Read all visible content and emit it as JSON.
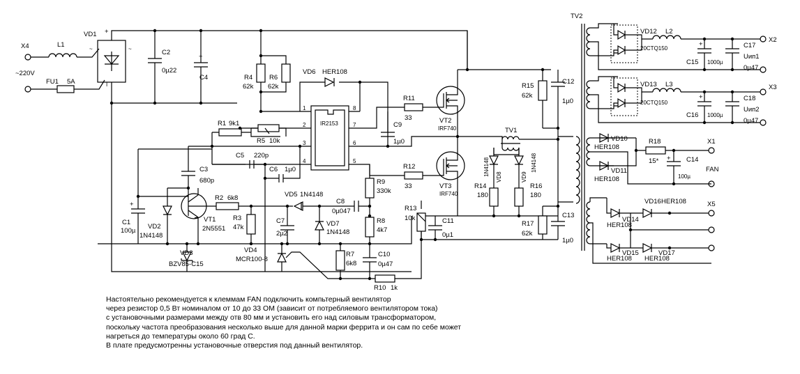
{
  "components": {
    "X4": "X4",
    "L1": "L1",
    "VD1": "VD1",
    "plus": "+",
    "mains": "~220V",
    "FU1": "FU1",
    "FU1_val": "5A",
    "C2": "C2",
    "C2_val": "0µ22",
    "C4": "C4",
    "R4": "R4",
    "R4_val": "62k",
    "R6": "R6",
    "R6_val": "62k",
    "VD6": "VD6",
    "VD6_val": "HER108",
    "R1": "R1",
    "R1_val": "9k1",
    "R5": "R5",
    "R5_val": "10k",
    "C5": "C5",
    "C5_val": "220p",
    "C6": "C6",
    "C6_val": "1µ0",
    "C3": "C3",
    "C3_val": "680p",
    "VD5": "VD5",
    "VD5_val": "1N4148",
    "R2": "R2",
    "R2_val": "6k8",
    "R3": "R3",
    "R3_val": "47k",
    "VT1": "VT1",
    "VT1_val": "2N5551",
    "C1": "C1",
    "C1_val": "100µ",
    "VD2": "VD2",
    "VD2_val": "1N4148",
    "VD3": "VD3",
    "VD3_val": "BZV85-C15",
    "VD4": "VD4",
    "VD4_val": "MCR100-8",
    "C7": "C7",
    "C7_val": "2µ2",
    "IC": "IR2153",
    "pin1": "1",
    "pin2": "2",
    "pin3": "3",
    "pin4": "4",
    "pin5": "5",
    "pin6": "6",
    "pin7": "7",
    "pin8": "8",
    "R11": "R11",
    "R11_val": "33",
    "R12": "R12",
    "R12_val": "33",
    "C9": "C9",
    "C9_val": "1µ0",
    "VT2": "VT2",
    "VT2_val": "IRF740",
    "VT3": "VT3",
    "VT3_val": "IRF740",
    "R9": "R9",
    "R9_val": "330k",
    "C8": "C8",
    "C8_val": "0µ047",
    "R8": "R8",
    "R8_val": "4k7",
    "VD7": "VD7",
    "VD7_val": "1N4148",
    "R7": "R7",
    "R7_val": "6k8",
    "C10": "C10",
    "C10_val": "0µ47",
    "R10": "R10",
    "R10_val": "1k",
    "R13": "R13",
    "R13_val": "10k",
    "C11": "C11",
    "C11_val": "0µ1",
    "TV1": "TV1",
    "VD8": "VD8",
    "VD8_val": "1N4148",
    "VD9": "VD9",
    "VD9_val": "1N4148",
    "R14": "R14",
    "R14_val": "180",
    "R16": "R16",
    "R16_val": "180",
    "R15": "R15",
    "R15_val": "62k",
    "C12": "C12",
    "C12_val": "1µ0",
    "R17": "R17",
    "R17_val": "62k",
    "C13": "C13",
    "C13_val": "1µ0",
    "TV2": "TV2",
    "VD12": "VD12",
    "VD12_val": "20CTQ150",
    "L2": "L2",
    "C15": "C15",
    "C15_val": "1000µ",
    "C17": "C17",
    "C17_val": "0µ47",
    "X2": "X2",
    "Uip1": "Uип1",
    "VD13": "VD13",
    "VD13_val": "20CTQ150",
    "L3": "L3",
    "C16": "C16",
    "C16_val": "1000µ",
    "C18": "C18",
    "C18_val": "0µ47",
    "X3": "X3",
    "Uip2": "Uип2",
    "VD10": "VD10",
    "VD10_val": "HER108",
    "VD11": "VD11",
    "VD11_val": "HER108",
    "R18": "R18",
    "R18_val": "15*",
    "C14": "C14",
    "C14_val": "100µ",
    "X1": "X1",
    "FAN": "FAN",
    "VD14": "VD14",
    "VD14_val": "HER108",
    "VD15": "VD15",
    "VD15_val": "HER108",
    "VD16": "VD16",
    "VD16_val": "HER108",
    "VD17": "VD17",
    "VD17_val": "HER108",
    "X5": "X5"
  },
  "note": {
    "line1": "Настоятельно рекомендуется к клеммам FAN подключить компьтерный вентилятор",
    "line2": "через резистор 0,5 Вт номиналом от 10 до 33 ОМ (зависит от потребляемого вентилятором тока)",
    "line3": "с установочными размерами между отв 80 мм и установить его над силовым трансформатором,",
    "line4": "поскольку частота преобразования несколько выше для данной марки феррита и он сам по себе может",
    "line5": "нагреться до температуры около 60 град С.",
    "line6": "В плате предусмотренны установочные отверстия под данный вентилятор."
  }
}
